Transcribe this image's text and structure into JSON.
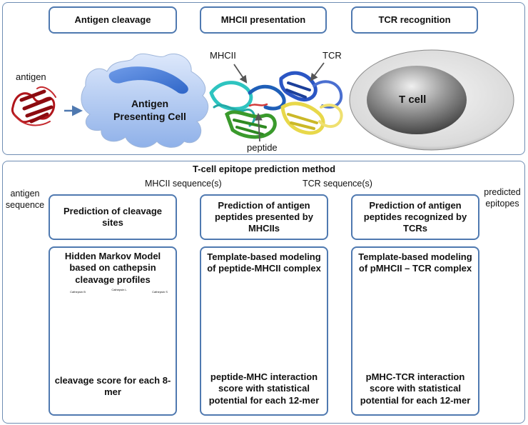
{
  "top": {
    "stages": [
      "Antigen cleavage",
      "MHCII presentation",
      "TCR recognition"
    ],
    "antigen": "antigen",
    "apc": "Antigen Presenting Cell",
    "mhcii": "MHCII",
    "tcr": "TCR",
    "peptide": "peptide",
    "tcell": "T cell"
  },
  "bottom": {
    "title": "T-cell epitope prediction method",
    "input": "antigen sequence",
    "mhcii_input": "MHCII sequence(s)",
    "tcr_input": "TCR sequence(s)",
    "output": "predicted epitopes",
    "steps": [
      "Prediction of cleavage sites",
      "Prediction of antigen peptides presented by MHCIIs",
      "Prediction of antigen peptides recognized by TCRs"
    ],
    "methods": [
      {
        "title": "Hidden Markov Model based on cathepsin cleavage profiles",
        "score": "cleavage score for each 8-mer",
        "logo_titles": [
          "Cathepsin B",
          "Cathepsin L",
          "Cathepsin S"
        ]
      },
      {
        "title": "Template-based modeling of peptide-MHCII complex",
        "score": "peptide-MHC interaction score with statistical potential for each 12-mer"
      },
      {
        "title": "Template-based modeling of pMHCII – TCR complex",
        "score": "pMHC-TCR interaction score with statistical potential for each 12-mer"
      }
    ]
  }
}
